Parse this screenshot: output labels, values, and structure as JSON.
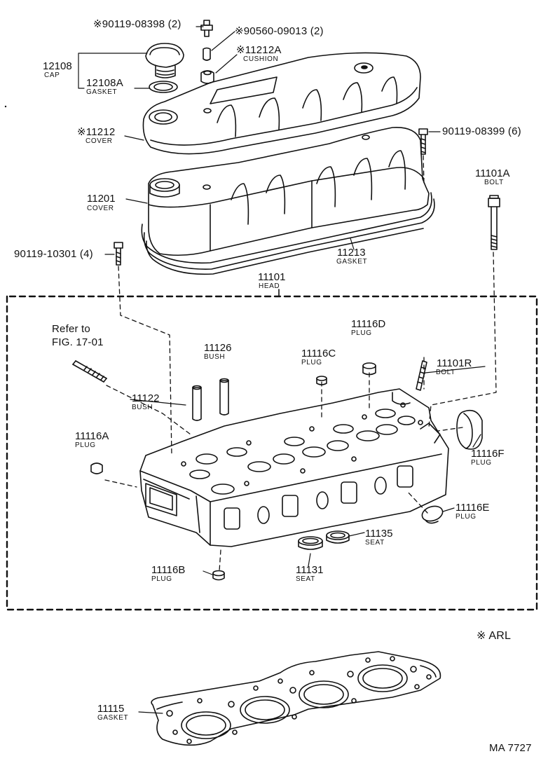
{
  "diagram": {
    "code": "MA 7727",
    "legend": "※ ARL",
    "colors": {
      "ink": "#111111",
      "paper": "#ffffff"
    },
    "parts": {
      "p1": {
        "number": "※90119-08398 (2)",
        "name": ""
      },
      "p2": {
        "number": "※90560-09013 (2)",
        "name": ""
      },
      "p3": {
        "number": "※11212A",
        "name": "CUSHION"
      },
      "p4": {
        "number": "12108",
        "name": "CAP"
      },
      "p5": {
        "number": "12108A",
        "name": "GASKET"
      },
      "p6": {
        "number": "※11212",
        "name": "COVER"
      },
      "p7": {
        "number": "90119-08399 (6)",
        "name": ""
      },
      "p8": {
        "number": "11101A",
        "name": "BOLT"
      },
      "p9": {
        "number": "11201",
        "name": "COVER"
      },
      "p10": {
        "number": "90119-10301 (4)",
        "name": ""
      },
      "p11": {
        "number": "11213",
        "name": "GASKET"
      },
      "p12": {
        "number": "11101",
        "name": "HEAD"
      },
      "p13": {
        "number": "11116D",
        "name": "PLUG"
      },
      "p14": {
        "number": "11126",
        "name": "BUSH"
      },
      "p15": {
        "number": "11116C",
        "name": "PLUG"
      },
      "p16": {
        "number": "11101R",
        "name": "BOLT"
      },
      "p17": {
        "number": "11122",
        "name": "BUSH"
      },
      "p18": {
        "number": "11116A",
        "name": "PLUG"
      },
      "p19": {
        "number": "11116F",
        "name": "PLUG"
      },
      "p20": {
        "number": "11116E",
        "name": "PLUG"
      },
      "p21": {
        "number": "11135",
        "name": "SEAT"
      },
      "p22": {
        "number": "11131",
        "name": "SEAT"
      },
      "p23": {
        "number": "11116B",
        "name": "PLUG"
      },
      "p24": {
        "number": "11115",
        "name": "GASKET"
      }
    },
    "refer": {
      "line1": "Refer to",
      "line2": "FIG. 17-01"
    }
  }
}
